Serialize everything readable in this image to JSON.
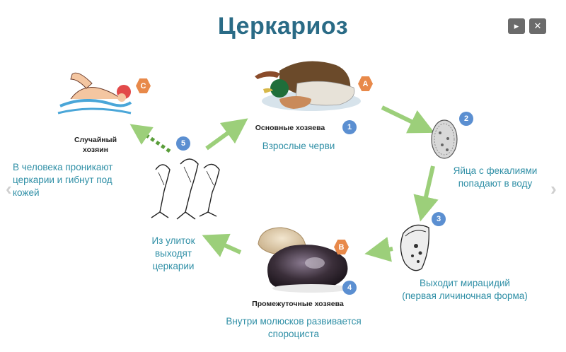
{
  "title": "Церкариоз",
  "controls": {
    "play_icon": "play-icon",
    "close_icon": "close-icon"
  },
  "stages": {
    "s1": {
      "badge": "1",
      "host_label": "Основные хозяева",
      "desc": "Взрослые черви"
    },
    "s2": {
      "badge": "2",
      "desc_line1": "Яйца с фекалиями",
      "desc_line2": "попадают в воду"
    },
    "s3": {
      "badge": "3",
      "desc_line1": "Выходит мирацидий",
      "desc_line2": "(первая личиночная форма)"
    },
    "s4": {
      "badge": "4",
      "host_label": "Промежуточные хозяева",
      "desc_line1": "Внутри молюсков развивается",
      "desc_line2": "спороциста"
    },
    "s5": {
      "badge": "5",
      "desc_line1": "Из улиток",
      "desc_line2": "выходят",
      "desc_line3": "церкарии"
    }
  },
  "hosts": {
    "A": "A",
    "B": "B",
    "C": "C",
    "accidental_line1": "Случайный",
    "accidental_line2": "хозяин",
    "accidental_desc_line1": "В человека проникают",
    "accidental_desc_line2": "церкарии и гибнут под",
    "accidental_desc_line3": "кожей"
  },
  "colors": {
    "title": "#2a6b86",
    "arrow": "#9ccf7a",
    "badge_blue": "#5b8fd1",
    "badge_orange": "#e8894a",
    "teal_text": "#2f8fa6"
  }
}
